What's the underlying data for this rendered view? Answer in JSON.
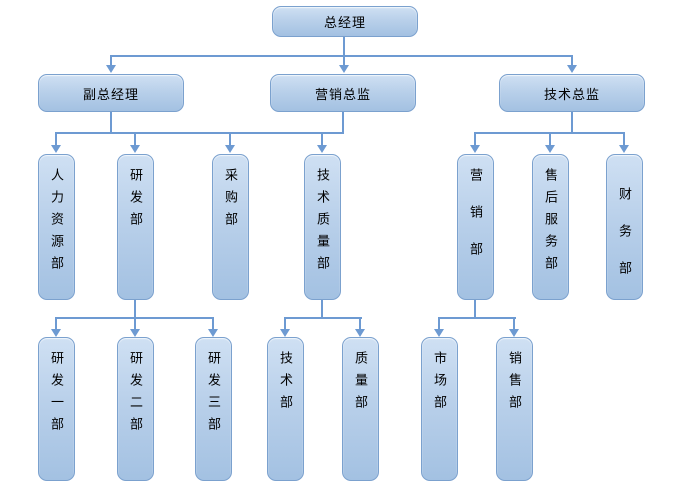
{
  "diagram": {
    "type": "org-chart",
    "colors": {
      "background": "#ffffff",
      "box_border": "#7ba1ce",
      "box_fill_top": "#cfe0f3",
      "box_fill_bottom": "#a3c1e2",
      "connector": "#6d9ad2",
      "text": "#000000"
    },
    "nodes": {
      "general_manager": {
        "label": "总经理",
        "level": 1
      },
      "deputy_general_manager": {
        "label": "副总经理",
        "level": 2
      },
      "marketing_director": {
        "label": "营销总监",
        "level": 2
      },
      "technical_director": {
        "label": "技术总监",
        "level": 2
      },
      "hr_dept": {
        "label": "人力资源部",
        "level": 3
      },
      "rnd_dept": {
        "label": "研发部",
        "level": 3
      },
      "purchasing_dept": {
        "label": "采购部",
        "level": 3
      },
      "tech_quality_dept": {
        "label": "技术质量部",
        "level": 3
      },
      "marketing_dept": {
        "label": "营销部",
        "level": 3
      },
      "after_sales_dept": {
        "label": "售后服务部",
        "level": 3
      },
      "finance_dept": {
        "label": "财务部",
        "level": 3
      },
      "rnd_dept_1": {
        "label": "研发一部",
        "level": 4
      },
      "rnd_dept_2": {
        "label": "研发二部",
        "level": 4
      },
      "rnd_dept_3": {
        "label": "研发三部",
        "level": 4
      },
      "technical_dept": {
        "label": "技术部",
        "level": 4
      },
      "quality_dept": {
        "label": "质量部",
        "level": 4
      },
      "market_dept": {
        "label": "市场部",
        "level": 4
      },
      "sales_dept": {
        "label": "销售部",
        "level": 4
      }
    },
    "edges": [
      {
        "from": "general_manager",
        "to": "deputy_general_manager"
      },
      {
        "from": "general_manager",
        "to": "marketing_director"
      },
      {
        "from": "general_manager",
        "to": "technical_director"
      },
      {
        "from": "deputy_general_manager",
        "to": "hr_dept"
      },
      {
        "from": "deputy_general_manager",
        "to": "rnd_dept"
      },
      {
        "from": "deputy_general_manager",
        "to": "purchasing_dept"
      },
      {
        "from": "marketing_director",
        "to": "tech_quality_dept"
      },
      {
        "from": "technical_director",
        "to": "marketing_dept"
      },
      {
        "from": "technical_director",
        "to": "after_sales_dept"
      },
      {
        "from": "technical_director",
        "to": "finance_dept"
      },
      {
        "from": "rnd_dept",
        "to": "rnd_dept_1"
      },
      {
        "from": "rnd_dept",
        "to": "rnd_dept_2"
      },
      {
        "from": "rnd_dept",
        "to": "rnd_dept_3"
      },
      {
        "from": "tech_quality_dept",
        "to": "technical_dept"
      },
      {
        "from": "tech_quality_dept",
        "to": "quality_dept"
      },
      {
        "from": "marketing_dept",
        "to": "market_dept"
      },
      {
        "from": "marketing_dept",
        "to": "sales_dept"
      }
    ]
  }
}
